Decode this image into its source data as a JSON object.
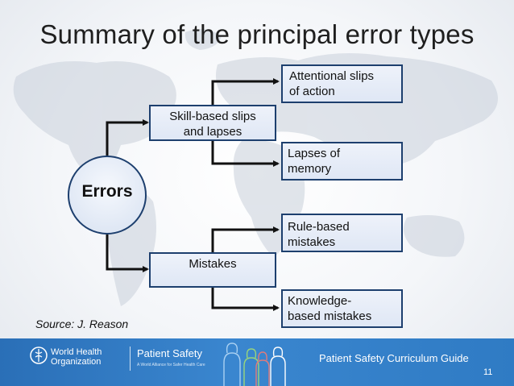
{
  "title": "Summary of the principal error types",
  "root": "Errors",
  "level1": {
    "skill": [
      "Skill-based slips",
      "and lapses"
    ],
    "mistakes": "Mistakes"
  },
  "leaves": {
    "attentional": [
      "Attentional slips",
      "of action"
    ],
    "lapses": [
      "Lapses of",
      "memory"
    ],
    "rule": [
      "Rule-based",
      "mistakes"
    ],
    "knowledge": [
      "Knowledge-",
      "based mistakes"
    ]
  },
  "source": "Source: J. Reason",
  "footer": {
    "who_line1": "World Health",
    "who_line2": "Organization",
    "program": "Patient Safety",
    "program_sub": "A World Alliance for Safer Health Care",
    "guide": "Patient Safety Curriculum Guide",
    "page": "11"
  },
  "colors": {
    "box_border": "#1d3f6e",
    "connector": "#111111",
    "footer_bg": "#2f7bc4"
  }
}
